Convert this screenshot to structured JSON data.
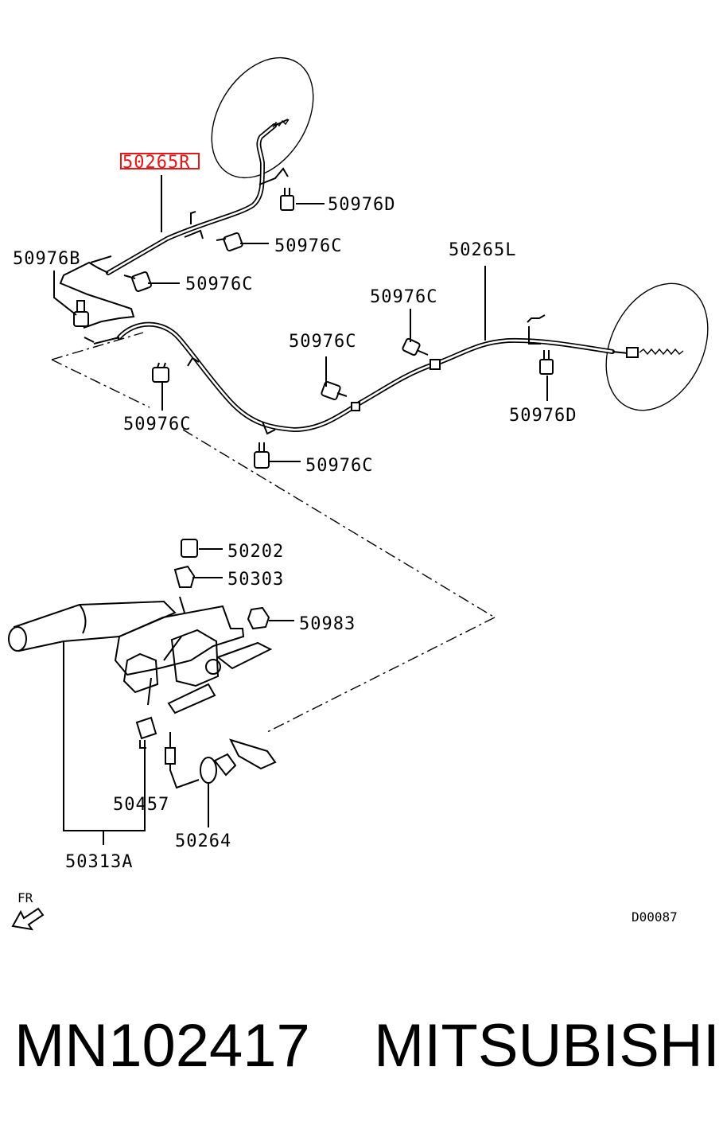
{
  "callouts": {
    "c1": "50265R",
    "c2": "50976D",
    "c3": "50976C",
    "c4": "50976B",
    "c5": "50976C",
    "c6": "50265L",
    "c7": "50976C",
    "c8": "50976C",
    "c9": "50976D",
    "c10": "50976C",
    "c11": "50976C",
    "c12": "50202",
    "c13": "50303",
    "c14": "50983",
    "c15": "50457",
    "c16": "50264",
    "c17": "50313A"
  },
  "direction_label": "FR",
  "diagram_code": "D00087",
  "caption": {
    "part_number": "MN102417",
    "brand": "MITSUBISHI"
  },
  "colors": {
    "highlight": "#e0191b",
    "ink": "#000000"
  }
}
